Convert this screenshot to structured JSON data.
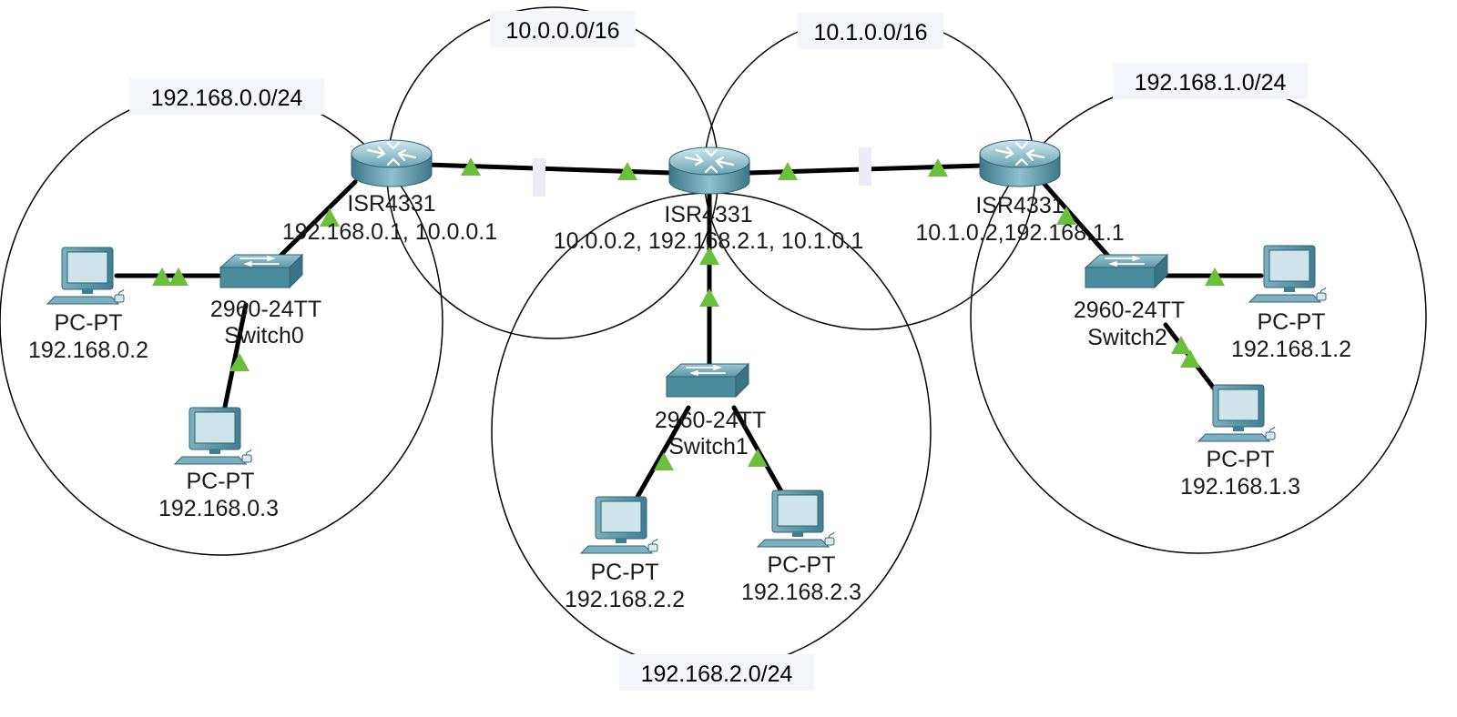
{
  "networks": [
    {
      "id": "n1",
      "label": "192.168.0.0/24"
    },
    {
      "id": "n2",
      "label": "10.0.0.0/16"
    },
    {
      "id": "n3",
      "label": "10.1.0.0/16"
    },
    {
      "id": "n4",
      "label": "192.168.1.0/24"
    },
    {
      "id": "n5",
      "label": "192.168.2.0/24"
    }
  ],
  "routers": [
    {
      "id": "r0",
      "model": "ISR4331",
      "ips": "192.168.0.1, 10.0.0.1"
    },
    {
      "id": "r1",
      "model": "ISR4331",
      "ips": "10.0.0.2, 192.168.2.1, 10.1.0.1"
    },
    {
      "id": "r2",
      "model": "ISR4331",
      "ips": "10.1.0.2,192.168.1.1"
    }
  ],
  "switches": [
    {
      "id": "s0",
      "model": "2960-24TT",
      "name": "Switch0"
    },
    {
      "id": "s1",
      "model": "2960-24TT",
      "name": "Switch1"
    },
    {
      "id": "s2",
      "model": "2960-24TT",
      "name": "Switch2"
    }
  ],
  "pcs": [
    {
      "id": "p0",
      "type": "PC-PT",
      "ip": "192.168.0.2"
    },
    {
      "id": "p1",
      "type": "PC-PT",
      "ip": "192.168.0.3"
    },
    {
      "id": "p2",
      "type": "PC-PT",
      "ip": "192.168.2.2"
    },
    {
      "id": "p3",
      "type": "PC-PT",
      "ip": "192.168.2.3"
    },
    {
      "id": "p4",
      "type": "PC-PT",
      "ip": "192.168.1.2"
    },
    {
      "id": "p5",
      "type": "PC-PT",
      "ip": "192.168.1.3"
    }
  ],
  "links": [
    {
      "from": "r0",
      "to": "r1"
    },
    {
      "from": "r1",
      "to": "r2"
    },
    {
      "from": "r0",
      "to": "s0"
    },
    {
      "from": "s0",
      "to": "p0"
    },
    {
      "from": "s0",
      "to": "p1"
    },
    {
      "from": "r1",
      "to": "s1"
    },
    {
      "from": "s1",
      "to": "p2"
    },
    {
      "from": "s1",
      "to": "p3"
    },
    {
      "from": "r2",
      "to": "s2"
    },
    {
      "from": "s2",
      "to": "p4"
    },
    {
      "from": "s2",
      "to": "p5"
    }
  ],
  "colors": {
    "link": "#000000",
    "link_up_indicator": "#6abf3b",
    "router_body": "#5f9aab",
    "switch_body": "#4a8b9c",
    "pc_screen": "#cfe3ea",
    "pc_body": "#3f7f91",
    "network_circle": "#000000",
    "network_label_bg": "#f5f6fc"
  }
}
